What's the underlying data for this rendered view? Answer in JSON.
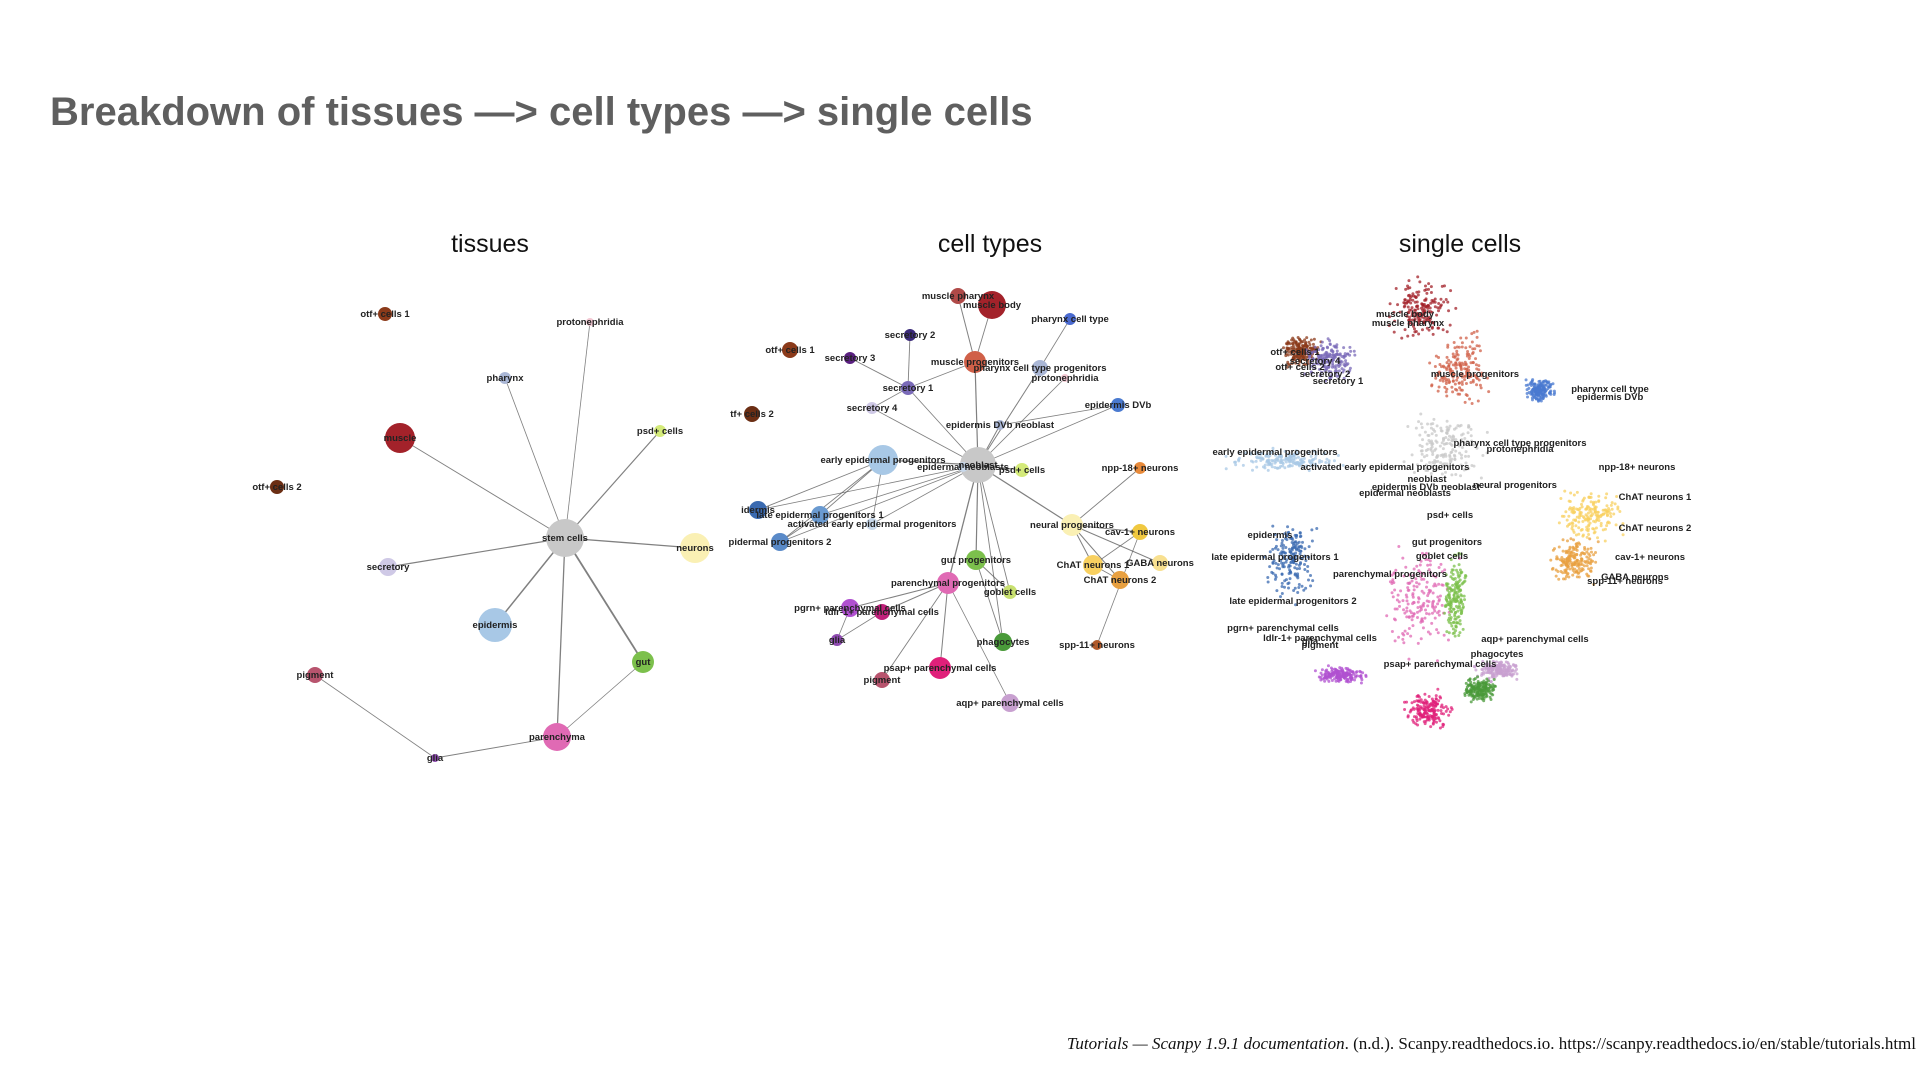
{
  "slide": {
    "title": "Breakdown of tissues —> cell types —> single cells"
  },
  "panels": {
    "tissues": {
      "title": "tissues",
      "nodes": [
        {
          "label": "otf+ cells 1",
          "color": "#8b3a1a",
          "size": 7
        },
        {
          "label": "protonephridia",
          "color": "#f2c7d2",
          "size": 4
        },
        {
          "label": "pharynx",
          "color": "#aab7d6",
          "size": 6
        },
        {
          "label": "muscle",
          "color": "#a3222a",
          "size": 15
        },
        {
          "label": "psd+ cells",
          "color": "#d4ea7a",
          "size": 6
        },
        {
          "label": "otf+ cells 2",
          "color": "#6b2e14",
          "size": 7
        },
        {
          "label": "stem cells",
          "color": "#c8c8c8",
          "size": 19
        },
        {
          "label": "neurons",
          "color": "#faf0b4",
          "size": 15
        },
        {
          "label": "secretory",
          "color": "#cfc9e6",
          "size": 9
        },
        {
          "label": "epidermis",
          "color": "#a8c8e6",
          "size": 17
        },
        {
          "label": "gut",
          "color": "#7cc04c",
          "size": 11
        },
        {
          "label": "pigment",
          "color": "#b8546e",
          "size": 8
        },
        {
          "label": "parenchyma",
          "color": "#e06ab4",
          "size": 14
        },
        {
          "label": "glia",
          "color": "#8e4ab0",
          "size": 4
        }
      ]
    },
    "cell_types": {
      "title": "cell types",
      "nodes": [
        {
          "label": "muscle pharynx",
          "color": "#b04a48",
          "size": 8
        },
        {
          "label": "muscle body",
          "color": "#a3222a",
          "size": 14
        },
        {
          "label": "pharynx cell type",
          "color": "#4a6ad0",
          "size": 6
        },
        {
          "label": "secretory 2",
          "color": "#3b2a7a",
          "size": 6
        },
        {
          "label": "otf+ cells 1",
          "color": "#8b3a1a",
          "size": 8
        },
        {
          "label": "secretory 3",
          "color": "#5a2080",
          "size": 6
        },
        {
          "label": "muscle progenitors",
          "color": "#d06048",
          "size": 11
        },
        {
          "label": "pharynx cell type progenitors",
          "color": "#aab7d6",
          "size": 8
        },
        {
          "label": "protonephridia",
          "color": "#f2c7d2",
          "size": 4
        },
        {
          "label": "secretory 1",
          "color": "#7a6ab8",
          "size": 7
        },
        {
          "label": "epidermis DVb",
          "color": "#4a7ad0",
          "size": 7
        },
        {
          "label": "secretory 4",
          "color": "#cfc9e6",
          "size": 6
        },
        {
          "label": "tf+ cells 2",
          "color": "#6b2e14",
          "size": 8
        },
        {
          "label": "epidermis DVb neoblast",
          "color": "#aab7d6",
          "size": 5
        },
        {
          "label": "neoblast",
          "color": "#c8c8c8",
          "size": 18
        },
        {
          "label": "early epidermal progenitors",
          "color": "#a8c8e6",
          "size": 15
        },
        {
          "label": "epidermal neoblasts",
          "color": "#c8d8ea",
          "size": 5
        },
        {
          "label": "psd+ cells",
          "color": "#d4ea7a",
          "size": 7
        },
        {
          "label": "npp-18+ neurons",
          "color": "#e88a3a",
          "size": 6
        },
        {
          "label": "idermis",
          "color": "#3a6ab0",
          "size": 9
        },
        {
          "label": "late epidermal progenitors 1",
          "color": "#6a9ad0",
          "size": 9
        },
        {
          "label": "activated early epidermal progenitors",
          "color": "#c8d8ea",
          "size": 6
        },
        {
          "label": "neural progenitors",
          "color": "#faf0b4",
          "size": 11
        },
        {
          "label": "cav-1+ neurons",
          "color": "#f0c840",
          "size": 8
        },
        {
          "label": "pidermal progenitors 2",
          "color": "#5a8ac8",
          "size": 9
        },
        {
          "label": "gut progenitors",
          "color": "#7cc04c",
          "size": 10
        },
        {
          "label": "ChAT neurons 1",
          "color": "#f8d060",
          "size": 10
        },
        {
          "label": "GABA neurons",
          "color": "#f8e090",
          "size": 8
        },
        {
          "label": "ChAT neurons 2",
          "color": "#e8a040",
          "size": 9
        },
        {
          "label": "parenchymal progenitors",
          "color": "#e06ab4",
          "size": 11
        },
        {
          "label": "goblet cells",
          "color": "#c8e070",
          "size": 7
        },
        {
          "label": "pgrn+ parenchymal cells",
          "color": "#b050d0",
          "size": 9
        },
        {
          "label": "ldlr-1+ parenchymal cells",
          "color": "#c0207a",
          "size": 8
        },
        {
          "label": "glia",
          "color": "#8e4ab0",
          "size": 6
        },
        {
          "label": "phagocytes",
          "color": "#4a9a3a",
          "size": 9
        },
        {
          "label": "spp-11+ neurons",
          "color": "#b05a2a",
          "size": 5
        },
        {
          "label": "psap+ parenchymal cells",
          "color": "#e0207a",
          "size": 11
        },
        {
          "label": "pigment",
          "color": "#b8546e",
          "size": 8
        },
        {
          "label": "aqp+ parenchymal cells",
          "color": "#c8a0d0",
          "size": 9
        }
      ]
    },
    "single_cells": {
      "title": "single cells",
      "labels": [
        "muscle body",
        "muscle pharynx",
        "otf+ cells 1",
        "secretory 4",
        "otf+ cells 2",
        "secretory 2",
        "secretory 1",
        "muscle progenitors",
        "pharynx cell type",
        "epidermis DVb",
        "early epidermal progenitors",
        "pharynx cell type progenitors",
        "protonephridia",
        "activated early epidermal progenitors",
        "npp-18+ neurons",
        "neoblast",
        "neural progenitors",
        "epidermis DVb neoblast",
        "epidermal neoblasts",
        "ChAT neurons 1",
        "psd+ cells",
        "ChAT neurons 2",
        "epidermis",
        "gut progenitors",
        "late epidermal progenitors 1",
        "goblet cells",
        "cav-1+ neurons",
        "parenchymal progenitors",
        "GABA neurons",
        "spp-11+ neurons",
        "late epidermal progenitors 2",
        "pgrn+ parenchymal cells",
        "ldlr-1+ parenchymal cells",
        "glia",
        "pigment",
        "aqp+ parenchymal cells",
        "phagocytes",
        "psap+ parenchymal cells"
      ],
      "clusters": [
        {
          "color": "#a3222a"
        },
        {
          "color": "#d06048"
        },
        {
          "color": "#8b3a1a"
        },
        {
          "color": "#7a6ab8"
        },
        {
          "color": "#a8c8e6"
        },
        {
          "color": "#4a7ad0"
        },
        {
          "color": "#c8c8c8"
        },
        {
          "color": "#f8d060"
        },
        {
          "color": "#e8a040"
        },
        {
          "color": "#e06ab4"
        },
        {
          "color": "#7cc04c"
        },
        {
          "color": "#3a6ab0"
        },
        {
          "color": "#b050d0"
        },
        {
          "color": "#e0207a"
        },
        {
          "color": "#c8a0d0"
        },
        {
          "color": "#4a9a3a"
        }
      ]
    }
  },
  "citation": {
    "title": "Tutorials — Scanpy 1.9.1 documentation",
    "rest": ". (n.d.). Scanpy.readthedocs.io. https://scanpy.readthedocs.io/en/stable/tutorials.html"
  }
}
